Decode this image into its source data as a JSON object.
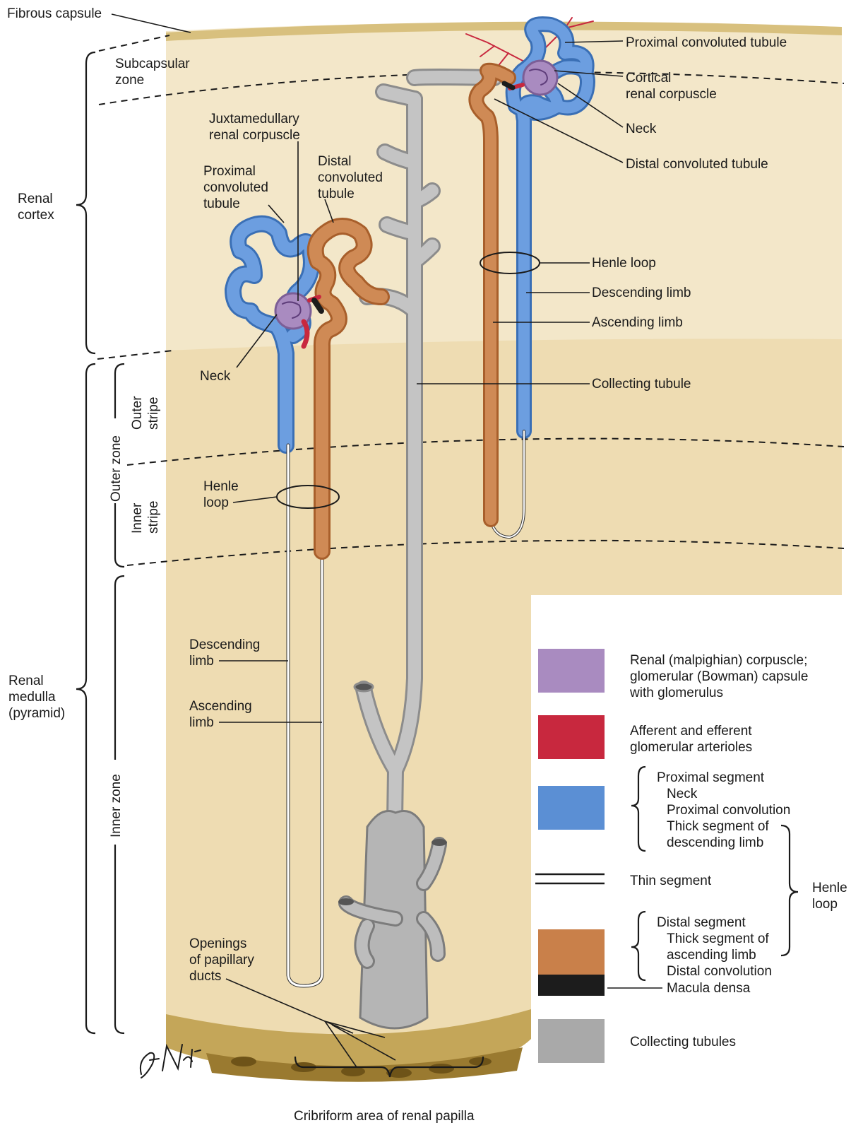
{
  "colors": {
    "cortex_bg": "#f3e7c9",
    "medulla_bg": "#eedcb2",
    "capsule": "#d8c07e",
    "papilla": "#b89a45",
    "corpuscle": "#a98bc0",
    "arteriole": "#c8283e",
    "proximal": "#5b8fd4",
    "distal": "#c9804a",
    "macula": "#1c1c1c",
    "collecting": "#a9a9a9"
  },
  "labels": {
    "fibrous_capsule": "Fibrous capsule",
    "subcapsular_1": "Subcapsular",
    "subcapsular_2": "zone",
    "renal_cortex_1": "Renal",
    "renal_cortex_2": "cortex",
    "renal_medulla_1": "Renal",
    "renal_medulla_2": "medulla",
    "renal_medulla_3": "(pyramid)",
    "outer_zone": "Outer zone",
    "outer_stripe_1": "Outer",
    "outer_stripe_2": "stripe",
    "inner_stripe_1": "Inner",
    "inner_stripe_2": "stripe",
    "inner_zone": "Inner zone",
    "jux_corpuscle_1": "Juxtamedullary",
    "jux_corpuscle_2": "renal corpuscle",
    "jux_proximal_1": "Proximal",
    "jux_proximal_2": "convoluted",
    "jux_proximal_3": "tubule",
    "jux_distal_1": "Distal",
    "jux_distal_2": "convoluted",
    "jux_distal_3": "tubule",
    "jux_neck": "Neck",
    "jux_henle_1": "Henle",
    "jux_henle_2": "loop",
    "jux_desc_1": "Descending",
    "jux_desc_2": "limb",
    "jux_asc_1": "Ascending",
    "jux_asc_2": "limb",
    "openings_1": "Openings",
    "openings_2": "of papillary",
    "openings_3": "ducts",
    "cribriform": "Cribriform area of renal papilla",
    "cort_proximal": "Proximal convoluted tubule",
    "cort_corpuscle_1": "Cortical",
    "cort_corpuscle_2": "renal corpuscle",
    "cort_neck": "Neck",
    "cort_distal": "Distal convoluted tubule",
    "cort_henle": "Henle loop",
    "cort_desc": "Descending limb",
    "cort_asc": "Ascending limb",
    "collecting_tubule": "Collecting tubule"
  },
  "legend": {
    "corpuscle_1": "Renal (malpighian) corpuscle;",
    "corpuscle_2": "glomerular (Bowman) capsule",
    "corpuscle_3": "with glomerulus",
    "arterioles_1": "Afferent and efferent",
    "arterioles_2": "glomerular arterioles",
    "proximal_segment": "Proximal segment",
    "neck": "Neck",
    "proximal_convolution": "Proximal convolution",
    "thick_desc_1": "Thick segment of",
    "thick_desc_2": "descending limb",
    "thin_segment": "Thin segment",
    "henle_loop_1": "Henle",
    "henle_loop_2": "loop",
    "distal_segment": "Distal segment",
    "thick_asc_1": "Thick segment of",
    "thick_asc_2": "ascending limb",
    "distal_convolution": "Distal convolution",
    "macula_densa": "Macula densa",
    "collecting_tubules": "Collecting tubules"
  }
}
